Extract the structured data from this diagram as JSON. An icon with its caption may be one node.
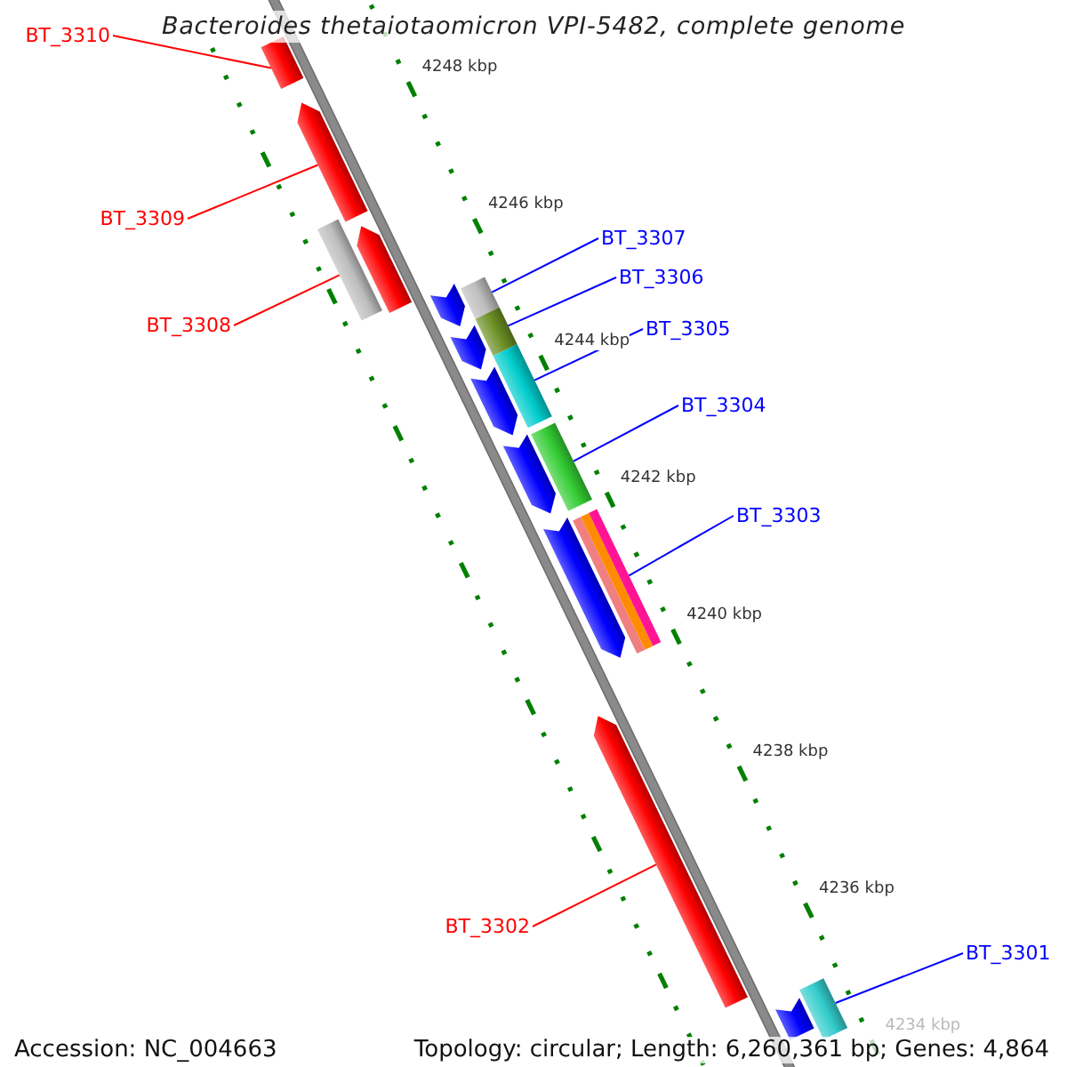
{
  "diagram": {
    "title": "Bacteroides thetaiotaomicron VPI-5482, complete genome",
    "nodes": [
      {
        "text": [
          "BT_3310"
        ]
      },
      {
        "text": [
          "BT_3309"
        ]
      },
      {
        "text": [
          "BT_3308"
        ]
      },
      {
        "text": [
          "BT_3307"
        ]
      },
      {
        "text": [
          "BT_3306"
        ]
      },
      {
        "text": [
          "BT_3305"
        ]
      },
      {
        "text": [
          "BT_3304"
        ]
      },
      {
        "text": [
          "BT_3303"
        ]
      },
      {
        "text": [
          "BT_3302"
        ]
      },
      {
        "text": [
          "BT_3301"
        ]
      },
      {
        "text": [],
        "shape": "bar"
      },
      {
        "text": [],
        "shape": "bar"
      },
      {
        "text": [],
        "shape": "bar"
      },
      {
        "text": [],
        "shape": "bar"
      },
      {
        "text": [],
        "shape": "bar"
      },
      {
        "text": [],
        "shape": "bar"
      },
      {
        "text": [],
        "shape": "bar"
      },
      {
        "text": [],
        "shape": "bar"
      },
      {
        "text": [],
        "shape": "bar"
      },
      {
        "text": [],
        "shape": "bar"
      },
      {
        "text": [],
        "shape": "bar"
      },
      {
        "text": [],
        "shape": "bar"
      },
      {
        "text": [],
        "shape": "bar"
      },
      {
        "text": [],
        "shape": "bar"
      },
      {
        "text": [],
        "shape": "bar"
      },
      {
        "text": [],
        "shape": "bar"
      },
      {
        "text": [],
        "shape": "bar"
      }
    ],
    "edges": [
      {
        "from": 0,
        "to": 10,
        "arrow": "none",
        "color": "#ff0000"
      },
      {
        "from": 1,
        "to": 11,
        "arrow": "none",
        "color": "#ff0000"
      },
      {
        "from": 2,
        "to": 12,
        "arrow": "none",
        "color": "#ff0000"
      },
      {
        "from": 3,
        "to": 14,
        "arrow": "none"
      },
      {
        "from": 4,
        "to": 16,
        "arrow": "none"
      },
      {
        "from": 5,
        "to": 19,
        "arrow": "none"
      },
      {
        "from": 6,
        "to": 20,
        "arrow": "none"
      },
      {
        "from": 7,
        "to": 22,
        "arrow": "none"
      },
      {
        "from": 8,
        "to": 24,
        "arrow": "none",
        "color": "#ff0000"
      },
      {
        "from": 9,
        "to": 26,
        "arrow": "none"
      }
    ],
    "labels": [
      "4248 kbp",
      "4246 kbp",
      "4244 kbp",
      "4242 kbp",
      "4240 kbp",
      "4238 kbp",
      "4236 kbp",
      "4234 kbp",
      "Accession: NC_004663",
      "Topology: circular; Length: 6,260,361 bp; Genes: 4,864"
    ]
  }
}
